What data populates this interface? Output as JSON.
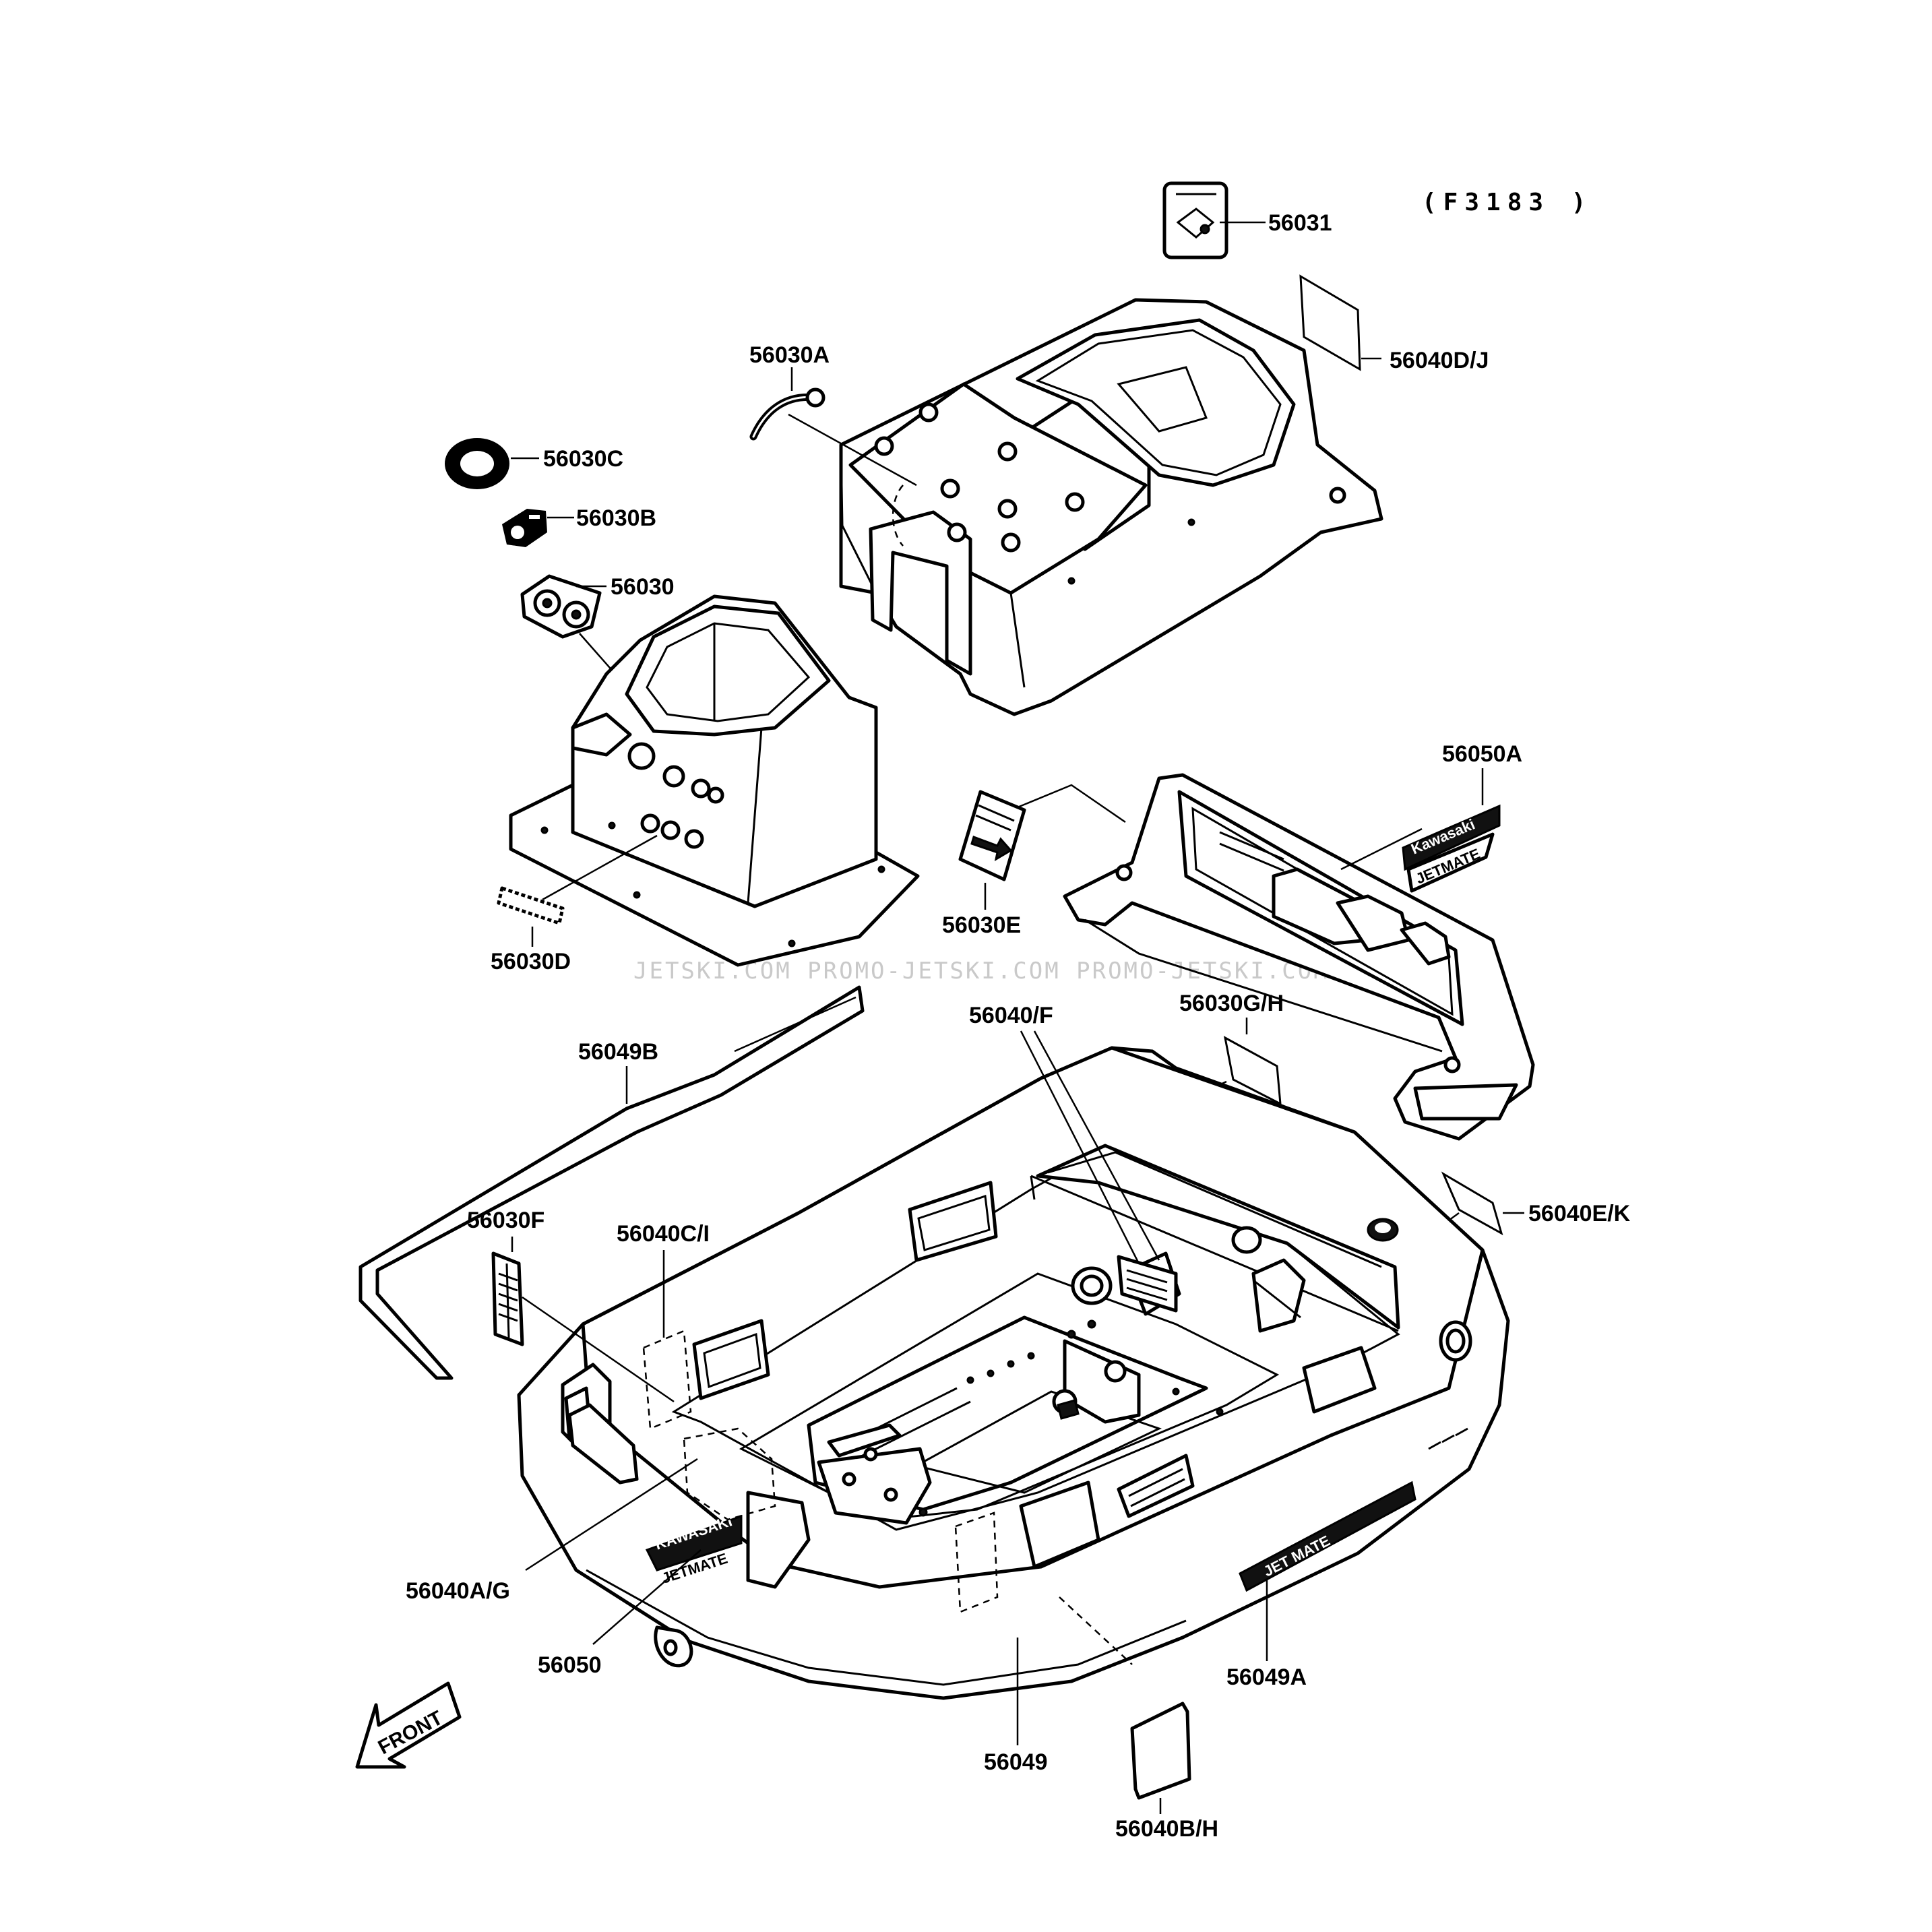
{
  "figure_ref": "(F3183 )",
  "watermark": "JETSKI.COM  PROMO-JETSKI.COM  PROMO-JETSKI.COM",
  "front_arrow_label": "FRONT",
  "part_labels": {
    "p56031": "56031",
    "p56040DJ": "56040D/J",
    "p56030A": "56030A",
    "p56030C": "56030C",
    "p56030B": "56030B",
    "p56030": "56030",
    "p56050A": "56050A",
    "p56030E": "56030E",
    "p56030D": "56030D",
    "p56040F": "56040/F",
    "p56030GH": "56030G/H",
    "p56049B": "56049B",
    "p56040EK": "56040E/K",
    "p56030F": "56030F",
    "p56040CI": "56040C/I",
    "p56040AG": "56040A/G",
    "p56050": "56050",
    "p56049A": "56049A",
    "p56049": "56049",
    "p56040BH": "56040B/H"
  }
}
